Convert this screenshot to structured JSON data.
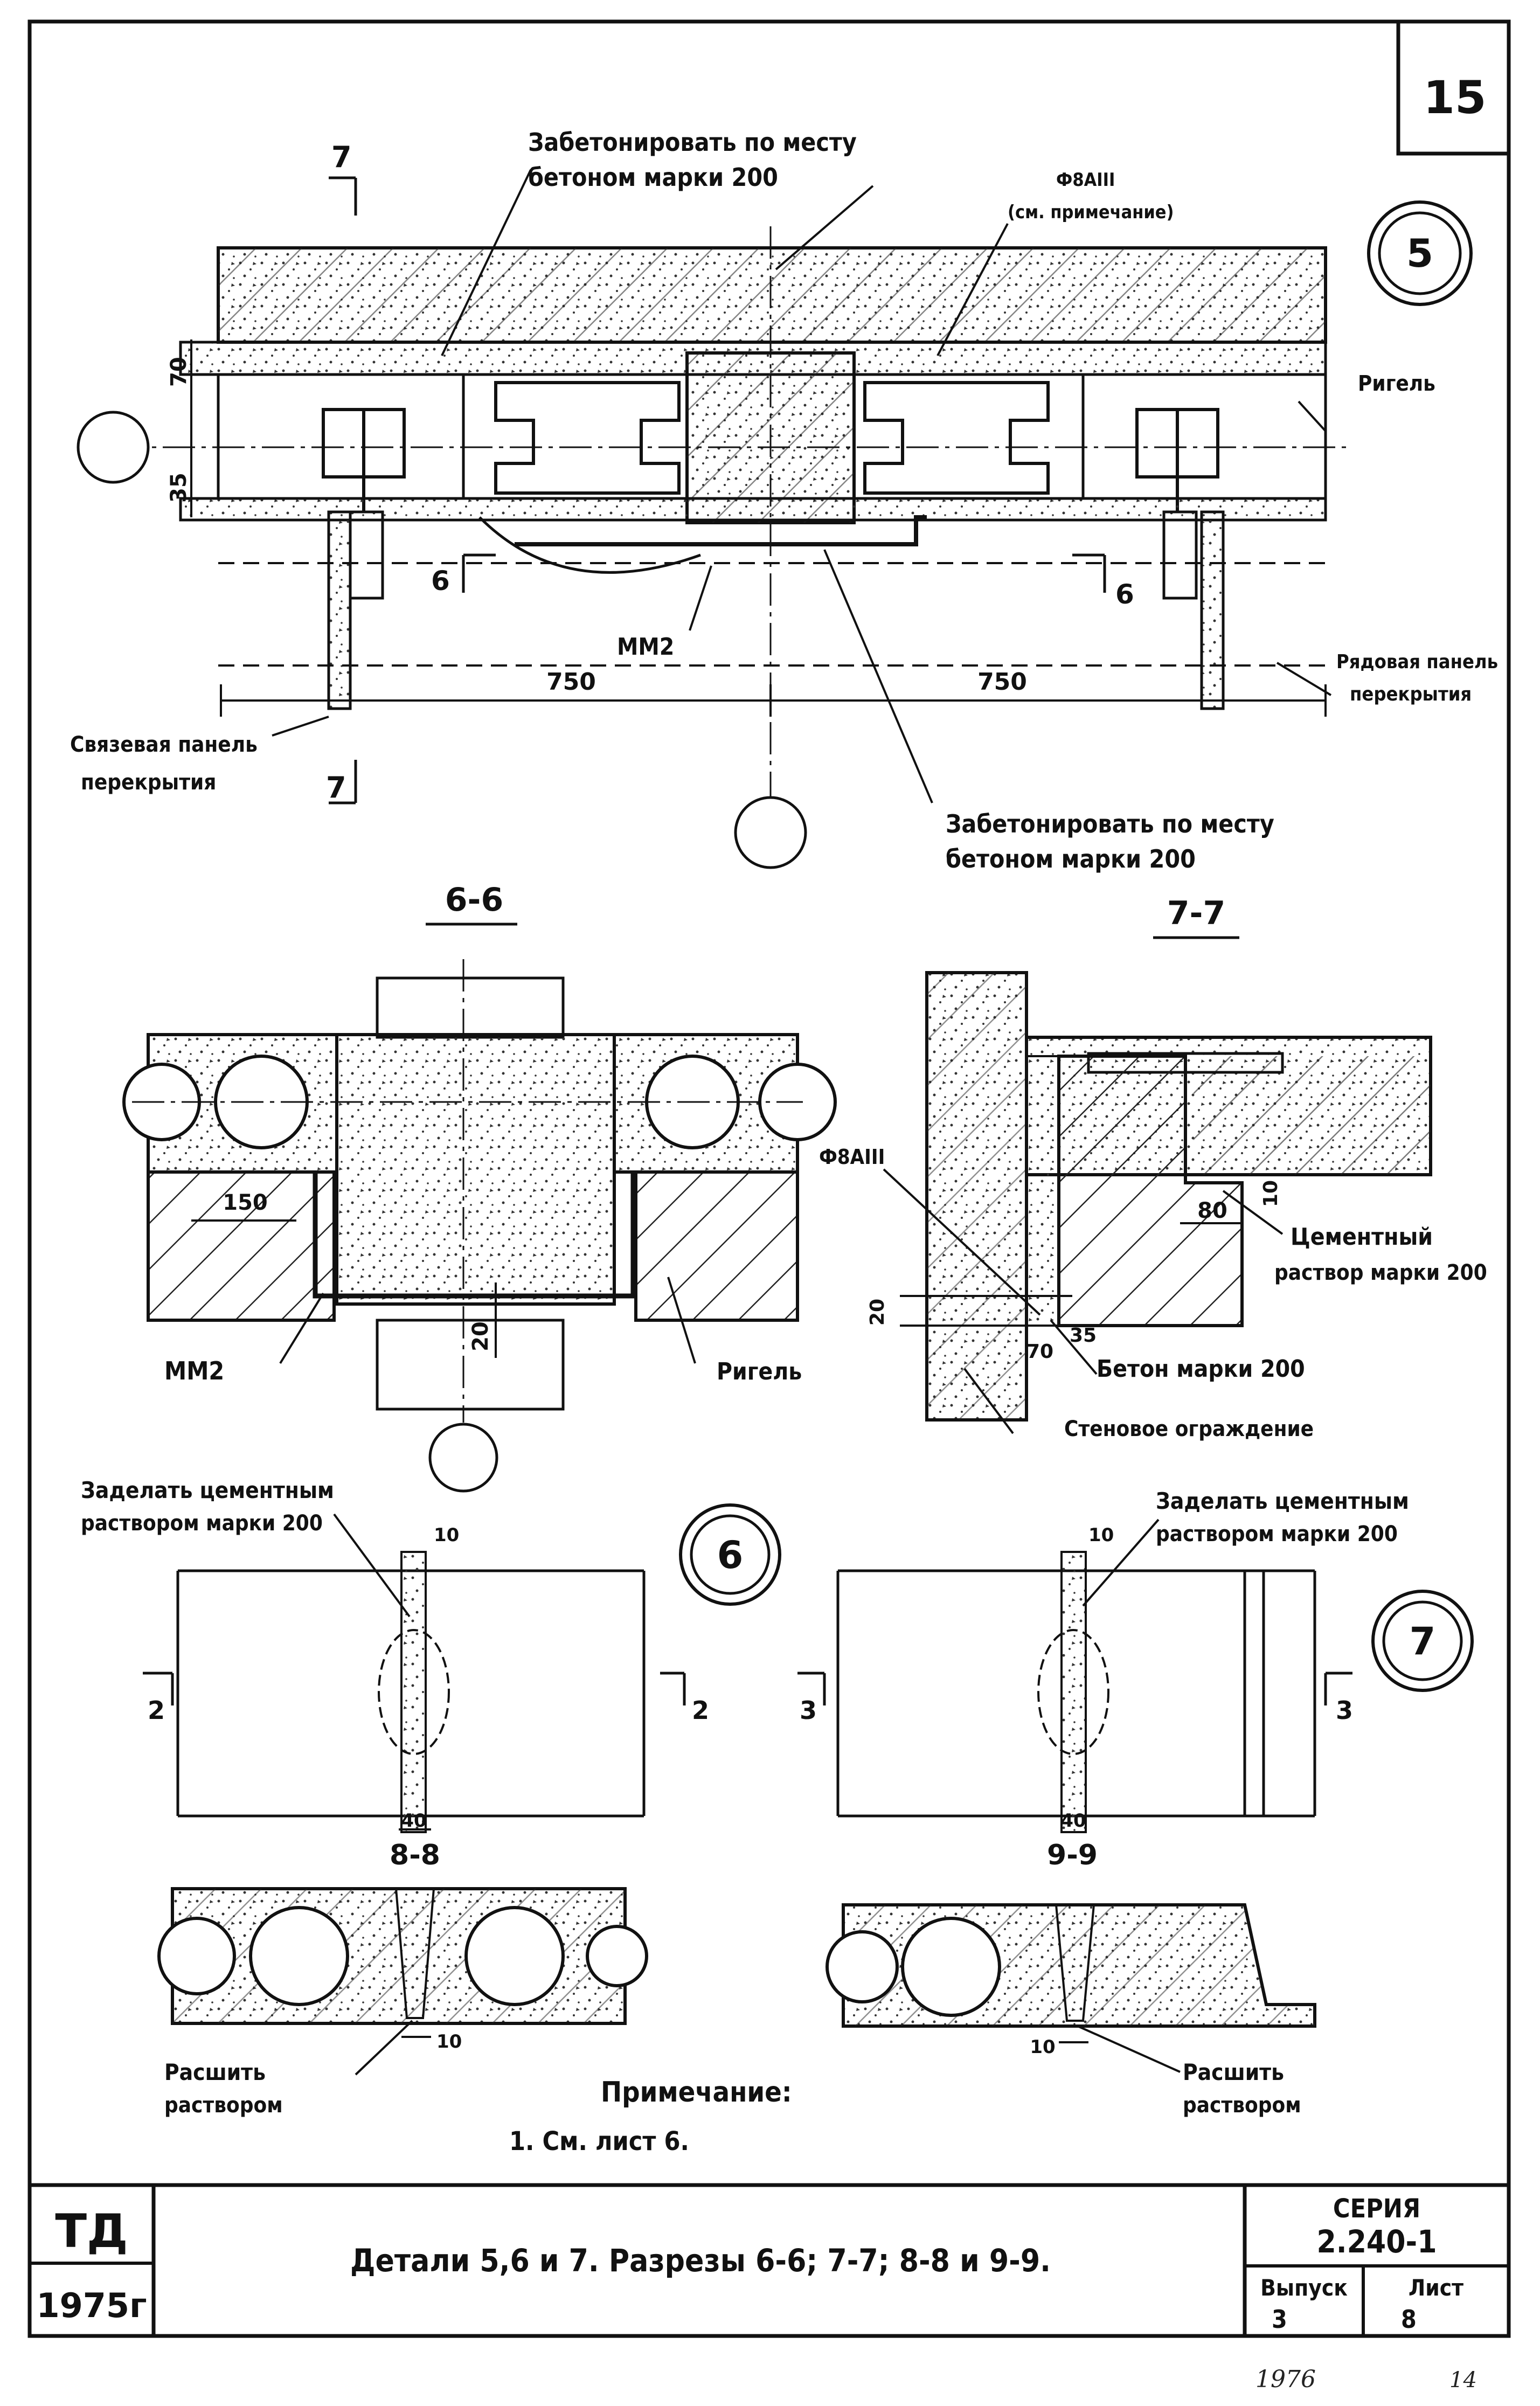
{
  "sheet": {
    "page_number": "15",
    "stamp_td": "ТД",
    "stamp_year": "1975г",
    "title": "Детали 5,6 и 7. Разрезы 6-6; 7-7; 8-8 и 9-9.",
    "series_label": "СЕРИЯ",
    "series_value": "2.240-1",
    "issue_label": "Выпуск",
    "issue_value": "3",
    "sheet_label": "Лист",
    "sheet_value": "8",
    "handwritten_left": "1976",
    "handwritten_right": "14"
  },
  "detail5": {
    "circle_label": "5",
    "section_mark": "7",
    "cut_mark": "6",
    "note_top_line1": "Забетонировать по месту",
    "note_top_line2": "бетоном марки 200",
    "rebar_line1": "Ф8АIII",
    "rebar_line2": "(см. примечание)",
    "dim_70": "70",
    "dim_35": "35",
    "dim_750_left": "750",
    "dim_750_right": "750",
    "label_rigel": "Ригель",
    "label_mm2": "ММ2",
    "label_row_panel_l1": "Рядовая панель",
    "label_row_panel_l2": "перекрытия",
    "label_tie_panel_l1": "Связевая панель",
    "label_tie_panel_l2": "перекрытия",
    "note_bottom_line1": "Забетонировать по месту",
    "note_bottom_line2": "бетоном марки 200"
  },
  "section66": {
    "title": "6-6",
    "dim_150": "150",
    "dim_20": "20",
    "label_mm2": "ММ2",
    "label_rigel": "Ригель"
  },
  "section77": {
    "title": "7-7",
    "rebar": "Ф8АIII",
    "dim_10": "10",
    "dim_80": "80",
    "dim_20": "20",
    "dim_70": "70",
    "dim_35": "35",
    "label_mortar_l1": "Цементный",
    "label_mortar_l2": "раствор марки 200",
    "label_concrete": "Бетон марки 200",
    "label_wall": "Стеновое ограждение"
  },
  "detail6": {
    "circle_label": "6",
    "note_l1": "Заделать цементным",
    "note_l2": "раствором марки 200",
    "dim_10": "10",
    "dim_40": "40",
    "mark_left": "2",
    "mark_right": "2"
  },
  "detail7": {
    "circle_label": "7",
    "note_l1": "Заделать цементным",
    "note_l2": "раствором марки 200",
    "dim_10": "10",
    "dim_40": "40",
    "mark_left": "3",
    "mark_right": "3"
  },
  "section88": {
    "title": "8-8",
    "dim_10": "10",
    "label_l1": "Расшить",
    "label_l2": "раствором"
  },
  "section99": {
    "title": "9-9",
    "dim_10": "10",
    "label_l1": "Расшить",
    "label_l2": "раствором"
  },
  "note": {
    "heading": "Примечание:",
    "item1": "1. См. лист 6."
  }
}
